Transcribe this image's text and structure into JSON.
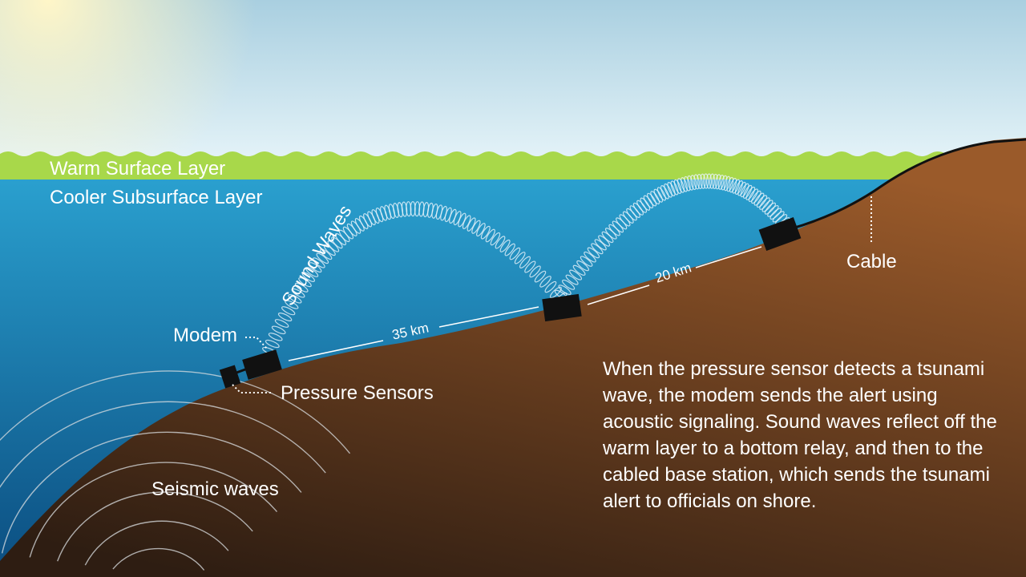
{
  "labels": {
    "warm_layer": "Warm Surface Layer",
    "cool_layer": "Cooler Subsurface Layer",
    "sound_waves": "Sound Waves",
    "modem": "Modem",
    "pressure_sensors": "Pressure Sensors",
    "seismic_waves": "Seismic waves",
    "cable": "Cable",
    "dist_35": "35 km",
    "dist_20": "20 km"
  },
  "description": "When the pressure sensor detects a tsunami wave, the modem sends the alert using acoustic signaling. Sound waves reflect off the warm layer to a bottom relay, and then to the cabled base station, which sends the tsunami alert to officials on shore.",
  "colors": {
    "sky_top": "#a9cfe0",
    "sky_bottom": "#e4f3f8",
    "sun": "#fff6c8",
    "warm_layer": "#a8d84a",
    "water_top": "#2aa0cf",
    "water_bottom": "#0b4d80",
    "seabed_light": "#9a5a2a",
    "seabed_dark": "#2e1d12",
    "device": "#111111",
    "cable": "#111111",
    "text": "#ffffff"
  }
}
